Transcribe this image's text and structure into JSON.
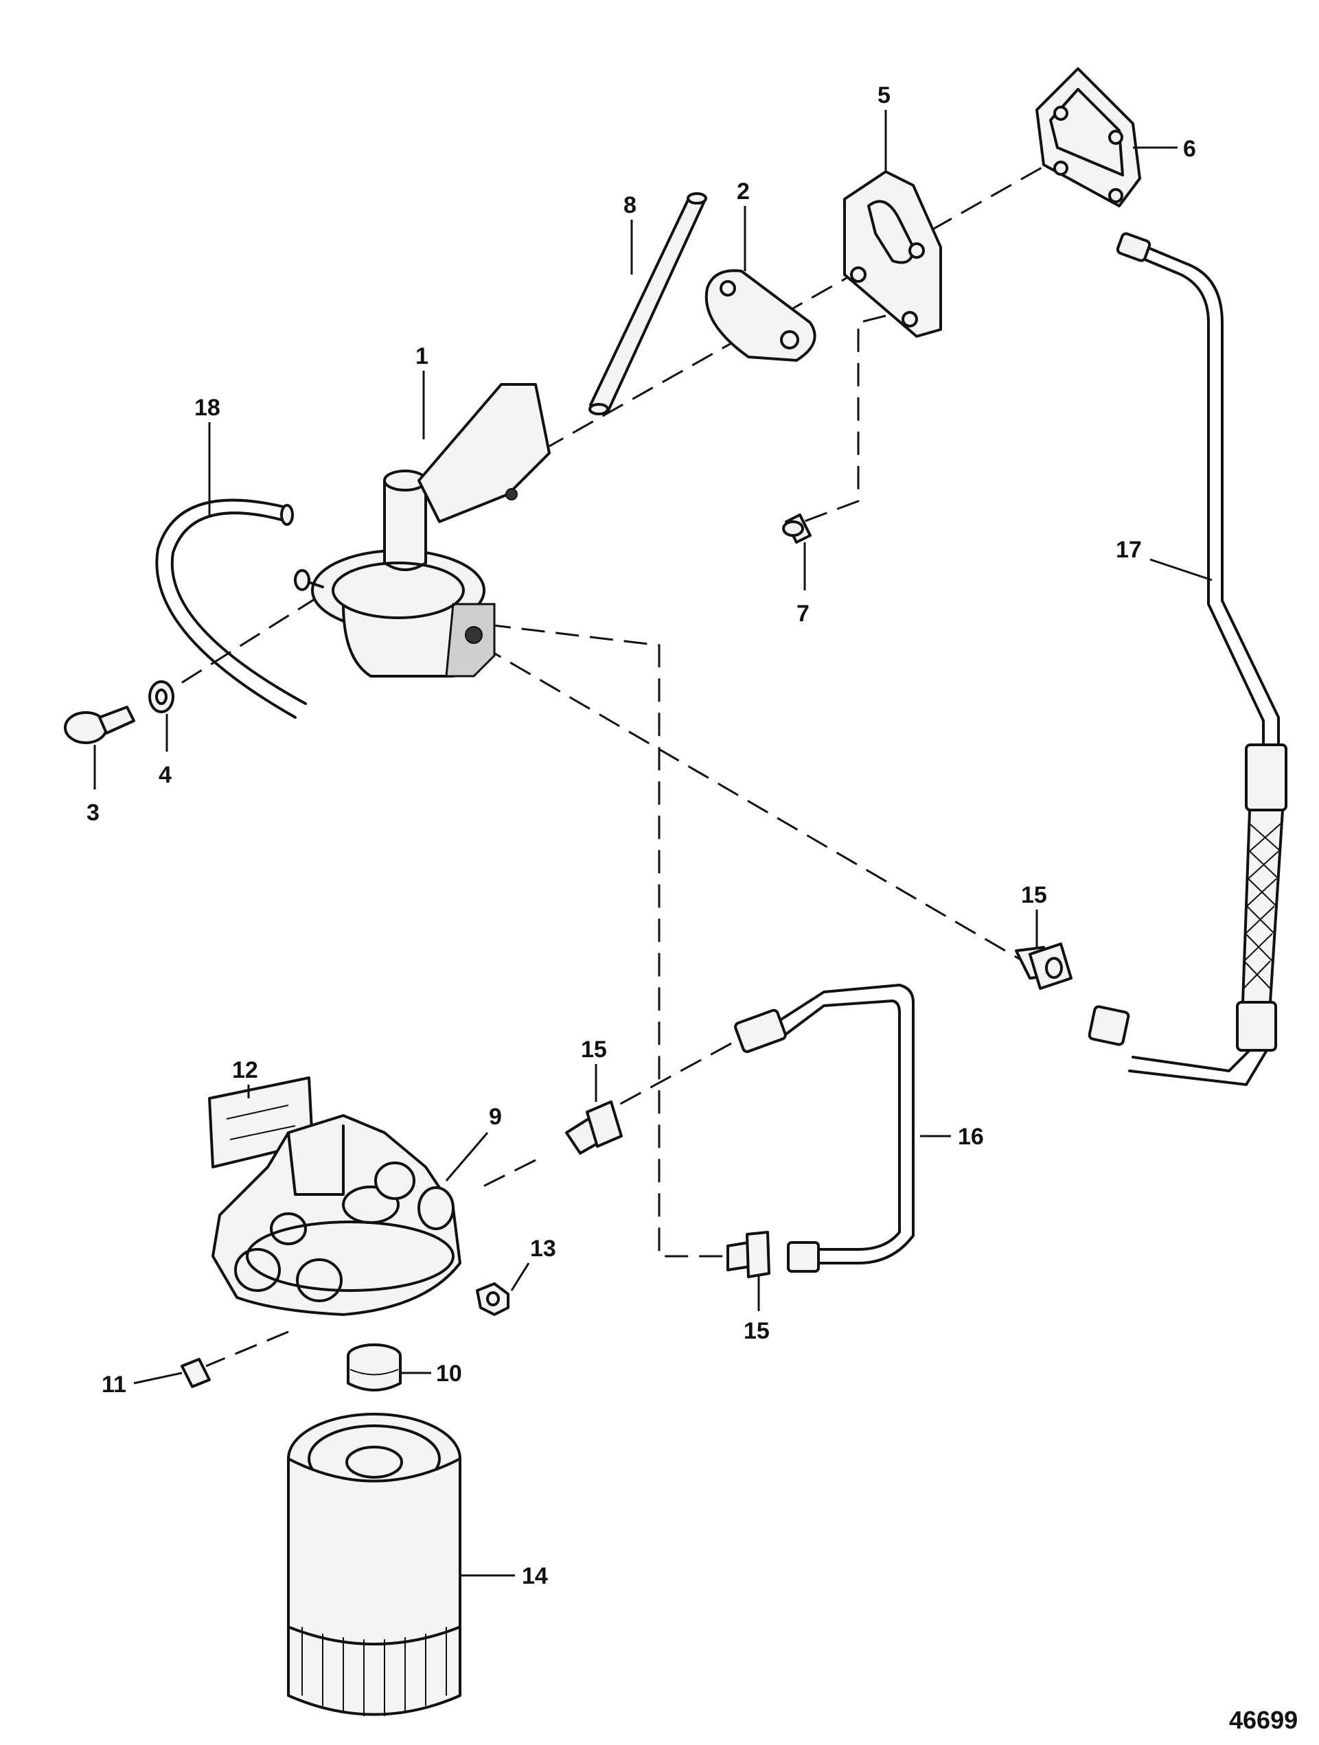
{
  "callouts": [
    {
      "id": "1",
      "label": "1"
    },
    {
      "id": "2",
      "label": "2"
    },
    {
      "id": "3",
      "label": "3"
    },
    {
      "id": "4",
      "label": "4"
    },
    {
      "id": "5",
      "label": "5"
    },
    {
      "id": "6",
      "label": "6"
    },
    {
      "id": "7",
      "label": "7"
    },
    {
      "id": "8",
      "label": "8"
    },
    {
      "id": "9",
      "label": "9"
    },
    {
      "id": "10",
      "label": "10"
    },
    {
      "id": "11",
      "label": "11"
    },
    {
      "id": "12",
      "label": "12"
    },
    {
      "id": "13",
      "label": "13"
    },
    {
      "id": "14",
      "label": "14"
    },
    {
      "id": "15a",
      "label": "15"
    },
    {
      "id": "15b",
      "label": "15"
    },
    {
      "id": "15c",
      "label": "15"
    },
    {
      "id": "16",
      "label": "16"
    },
    {
      "id": "17",
      "label": "17"
    },
    {
      "id": "18",
      "label": "18"
    }
  ],
  "figure_number": "46699"
}
